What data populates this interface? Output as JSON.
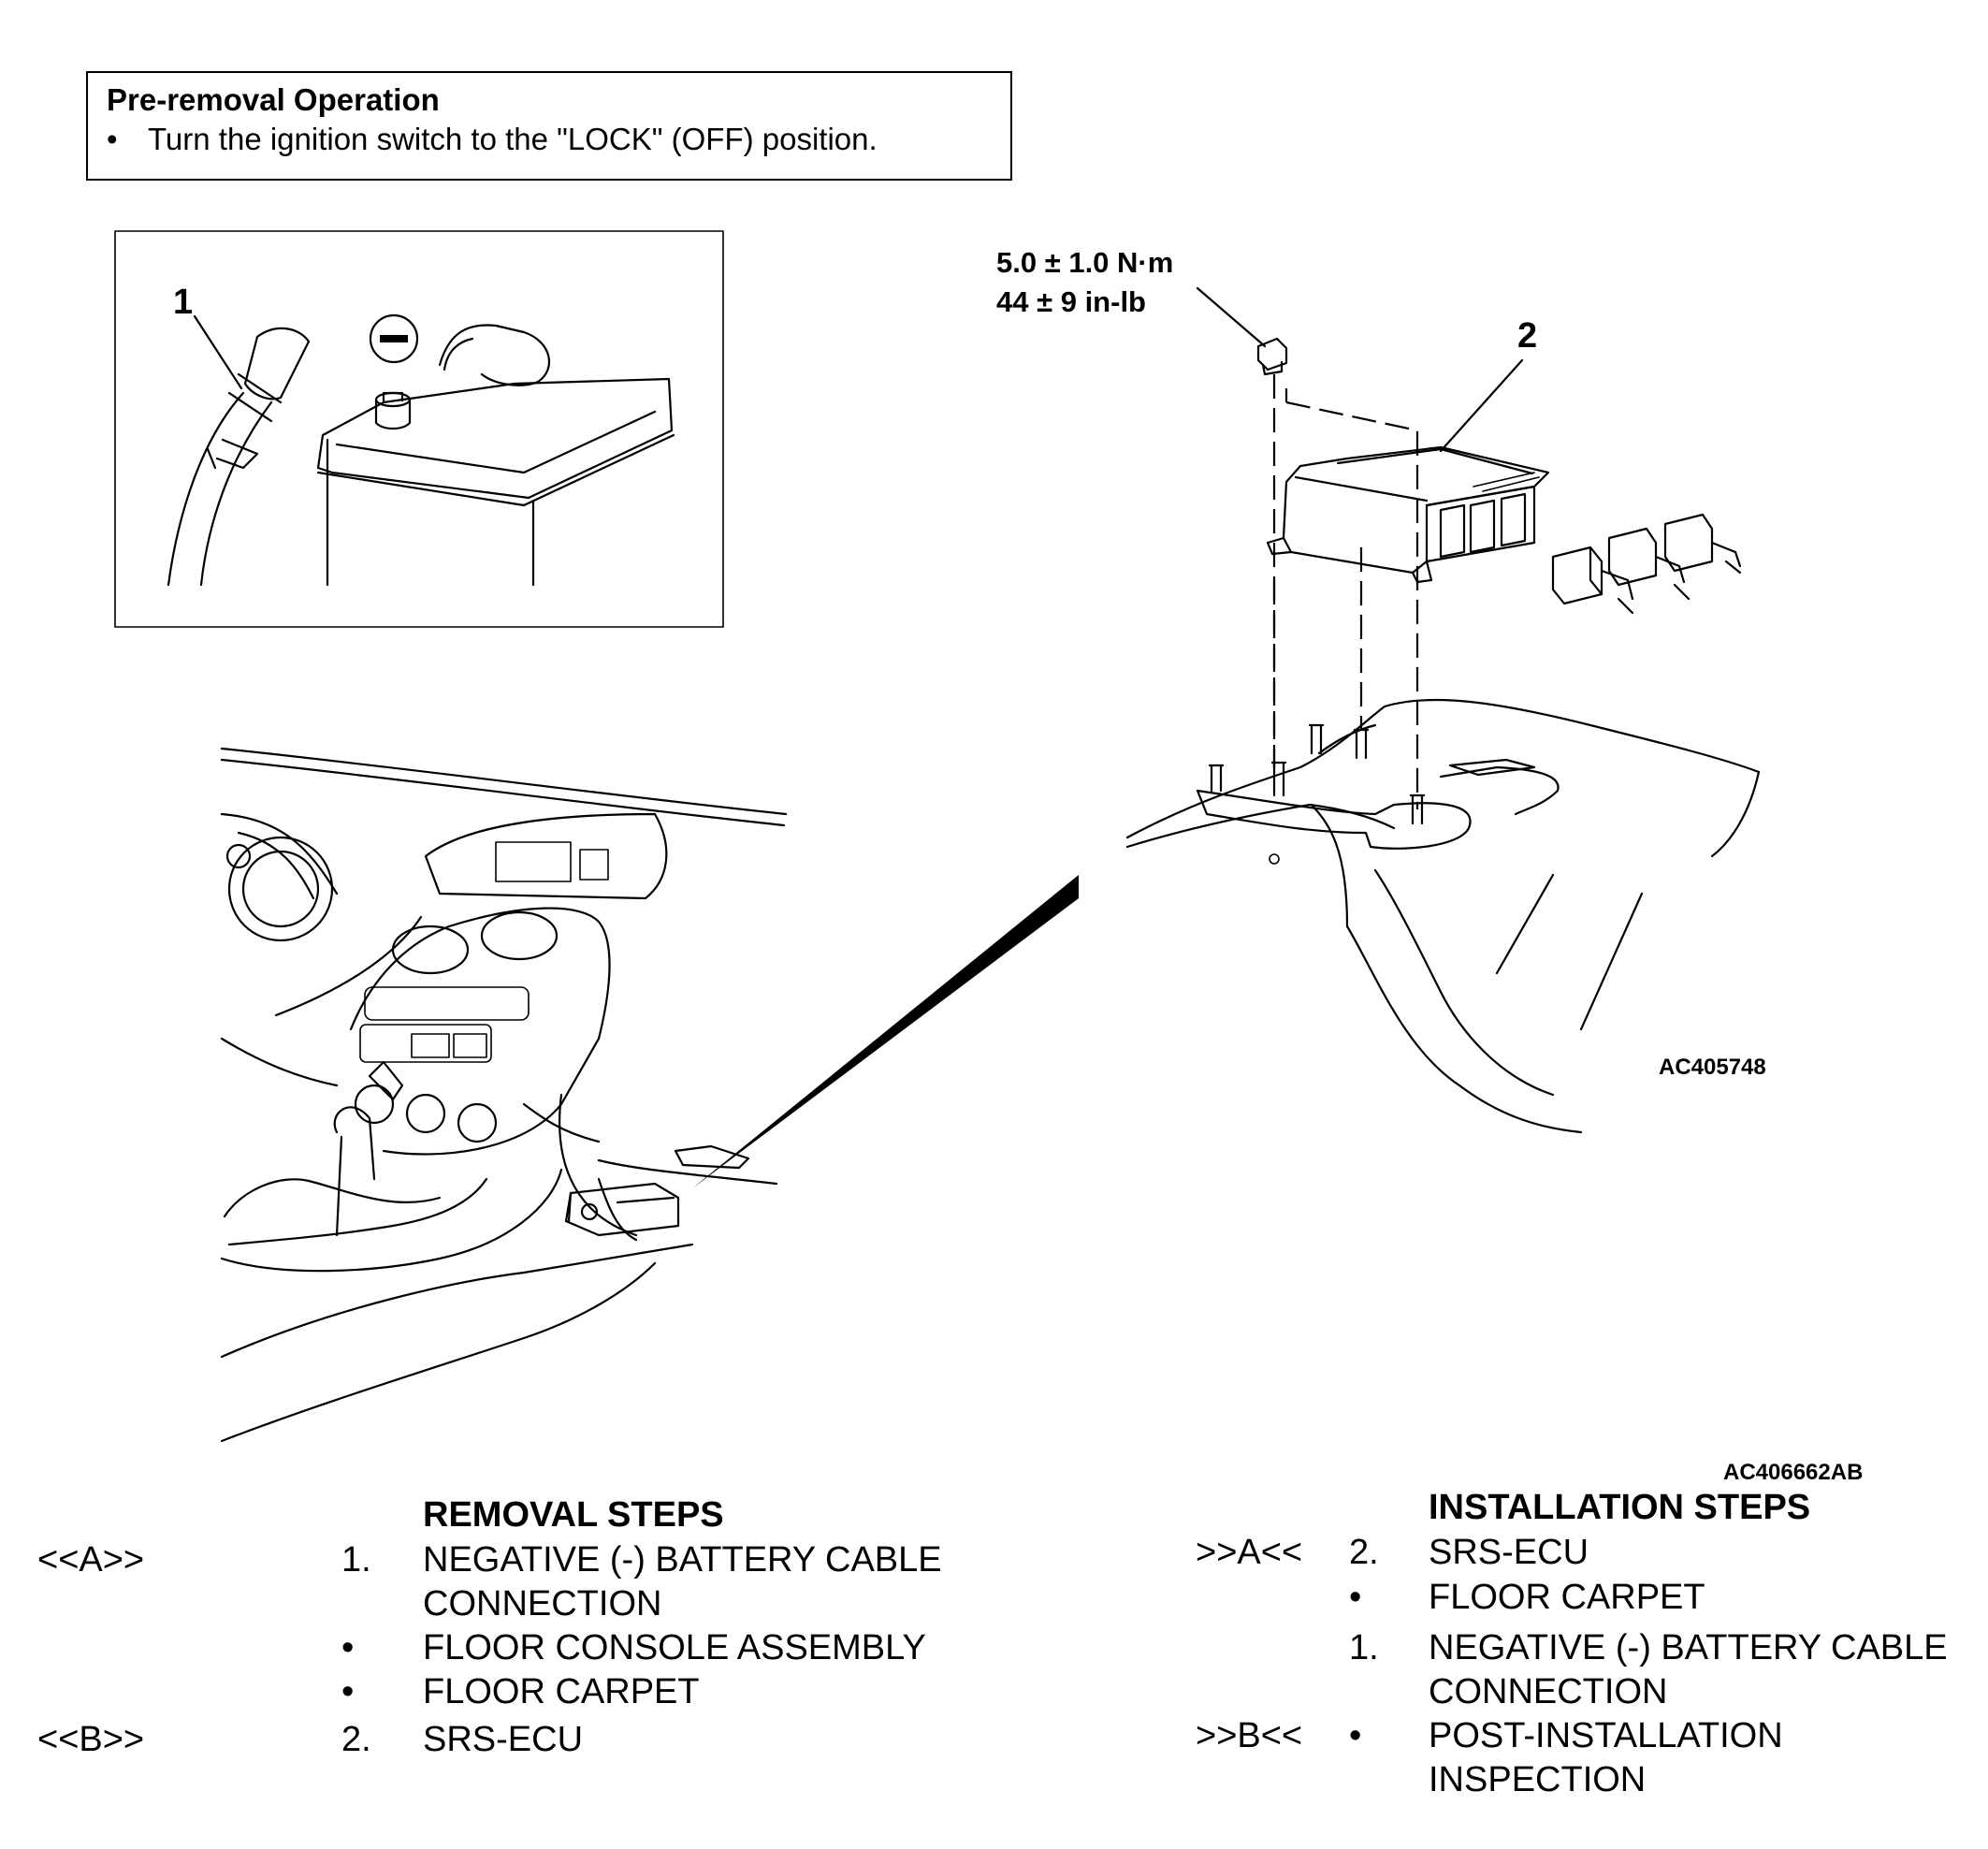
{
  "pre_removal": {
    "title": "Pre-removal Operation",
    "bullet": "Turn the ignition switch to the \"LOCK\" (OFF) position."
  },
  "callouts": {
    "part1": "1",
    "part2": "2",
    "torque_nm": "5.0 ± 1.0 N·m",
    "torque_inlb": "44 ± 9 in-lb",
    "negative_symbol": "minus-terminal-icon"
  },
  "figure_refs": {
    "detail_ref": "AC405748",
    "main_ref": "AC406662AB"
  },
  "removal": {
    "heading": "REMOVAL STEPS",
    "steps": [
      {
        "code": "<<A>>",
        "marker": "1.",
        "text": "NEGATIVE (-) BATTERY CABLE"
      },
      {
        "code": "",
        "marker": "",
        "text": "CONNECTION"
      },
      {
        "code": "",
        "marker": "•",
        "text": "FLOOR CONSOLE ASSEMBLY"
      },
      {
        "code": "",
        "marker": "•",
        "text": "FLOOR CARPET"
      },
      {
        "code": "<<B>>",
        "marker": "2.",
        "text": "SRS-ECU"
      }
    ]
  },
  "installation": {
    "heading": "INSTALLATION STEPS",
    "steps": [
      {
        "code": ">>A<<",
        "marker": "2.",
        "text": "SRS-ECU"
      },
      {
        "code": "",
        "marker": "•",
        "text": "FLOOR CARPET"
      },
      {
        "code": "",
        "marker": "1.",
        "text": "NEGATIVE (-) BATTERY CABLE"
      },
      {
        "code": "",
        "marker": "",
        "text": "CONNECTION"
      },
      {
        "code": ">>B<<",
        "marker": "•",
        "text": "POST-INSTALLATION"
      },
      {
        "code": "",
        "marker": "",
        "text": "INSPECTION"
      }
    ]
  }
}
